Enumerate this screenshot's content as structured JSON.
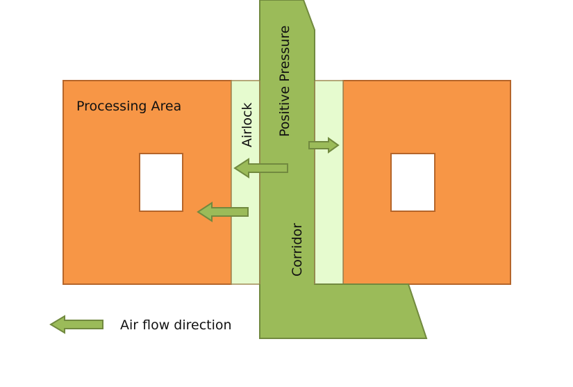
{
  "labels": {
    "processing_area": "Processing Area",
    "airlock": "Airlock",
    "positive_pressure": "Positive Pressure",
    "corridor": "Corridor",
    "legend": "Air flow direction"
  },
  "colors": {
    "processing": "#f79646",
    "processing_border": "#b5652a",
    "corridor": "#9bbb59",
    "corridor_border": "#71893f",
    "airlock": "#e6fbcf",
    "arrow": "#9bbb59"
  }
}
